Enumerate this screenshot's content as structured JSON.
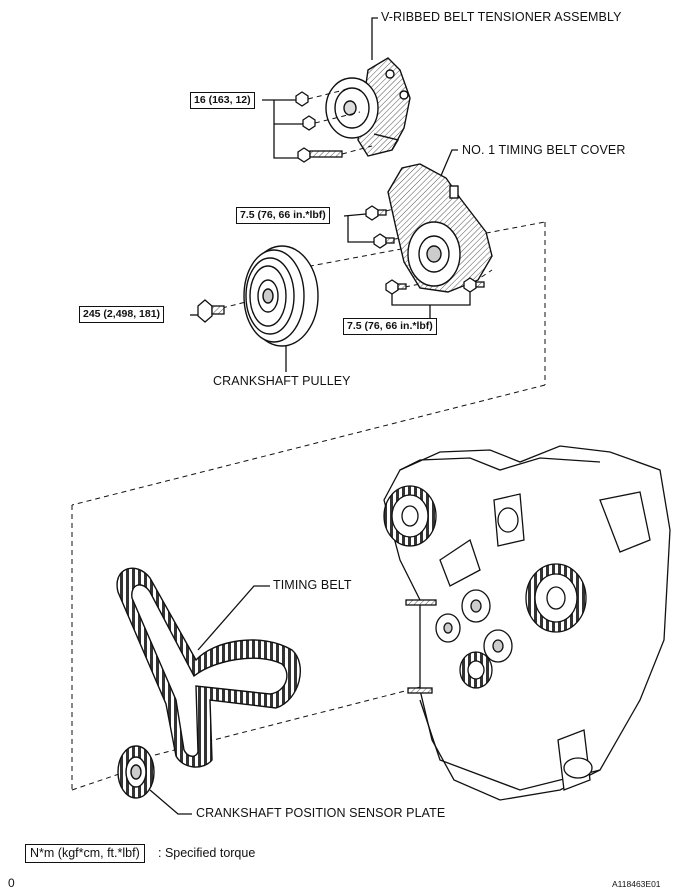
{
  "labels": {
    "tensioner": "V-RIBBED BELT TENSIONER ASSEMBLY",
    "timing_cover": "NO. 1 TIMING BELT COVER",
    "crank_pulley": "CRANKSHAFT PULLEY",
    "timing_belt": "TIMING BELT",
    "sensor_plate": "CRANKSHAFT POSITION SENSOR PLATE"
  },
  "torques": {
    "tensioner_bolts": "16 (163, 12)",
    "cover_upper": "7.5 (76, 66 in.*lbf)",
    "cover_lower": "7.5 (76, 66 in.*lbf)",
    "pulley_bolt": "245 (2,498, 181)"
  },
  "legend": {
    "box": "N*m (kgf*cm, ft.*lbf)",
    "text": ": Specified torque"
  },
  "footer": {
    "page": "0",
    "figure_id": "A118463E01"
  }
}
